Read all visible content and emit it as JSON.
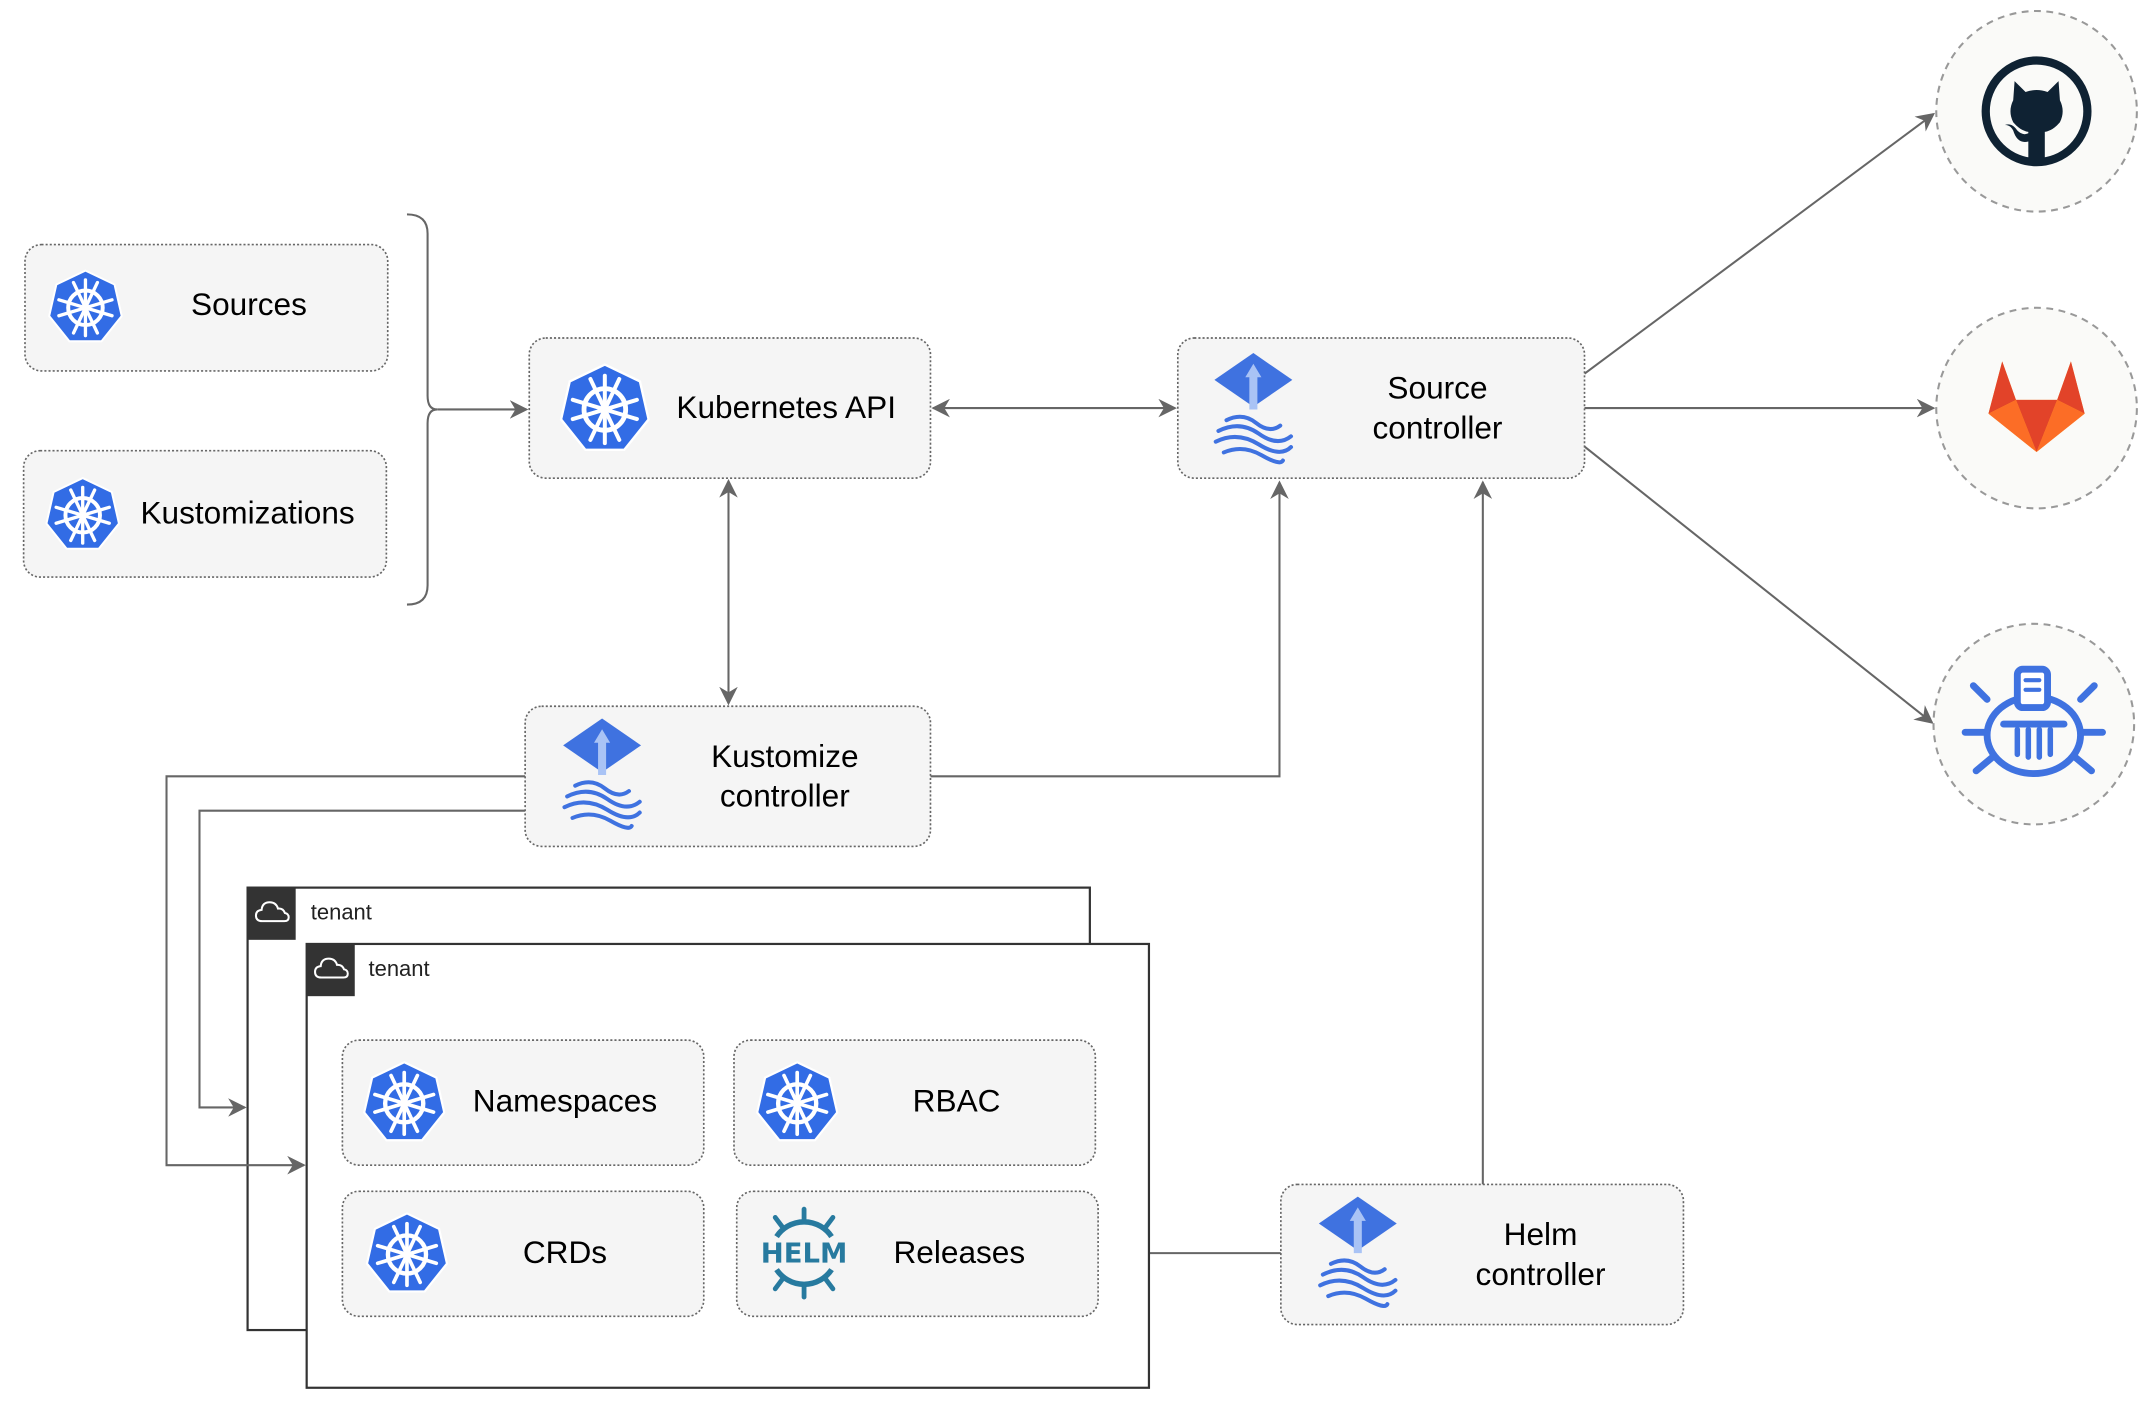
{
  "colors": {
    "kubernetes_blue": "#326ce5",
    "flux_blue": "#3f72e0",
    "helm_teal": "#277a9f",
    "github_dark": "#0f2233",
    "gitlab_orange": "#e24329",
    "edge_gray": "#666666",
    "tenant_header": "#333333"
  },
  "nodes": {
    "sources": {
      "label": "Sources",
      "icon": "kubernetes-icon"
    },
    "kustomizations": {
      "label": "Kustomizations",
      "icon": "kubernetes-icon"
    },
    "kubernetes_api": {
      "label": "Kubernetes API",
      "icon": "kubernetes-icon"
    },
    "source_controller": {
      "lines": [
        "Source",
        "controller"
      ],
      "icon": "flux-icon"
    },
    "kustomize_controller": {
      "lines": [
        "Kustomize",
        "controller"
      ],
      "icon": "flux-icon"
    },
    "helm_controller": {
      "lines": [
        "Helm",
        "controller"
      ],
      "icon": "flux-icon"
    },
    "namespaces": {
      "label": "Namespaces",
      "icon": "kubernetes-icon"
    },
    "rbac": {
      "label": "RBAC",
      "icon": "kubernetes-icon"
    },
    "crds": {
      "label": "CRDs",
      "icon": "kubernetes-icon"
    },
    "releases": {
      "label": "Releases",
      "icon": "helm-icon"
    }
  },
  "helm_logo_text": "HELM",
  "tenants": [
    {
      "label": "tenant",
      "icon": "cloud-icon"
    },
    {
      "label": "tenant",
      "icon": "cloud-icon"
    }
  ],
  "external": [
    {
      "icon": "github-icon"
    },
    {
      "icon": "gitlab-icon"
    },
    {
      "icon": "bucket-icon"
    }
  ]
}
